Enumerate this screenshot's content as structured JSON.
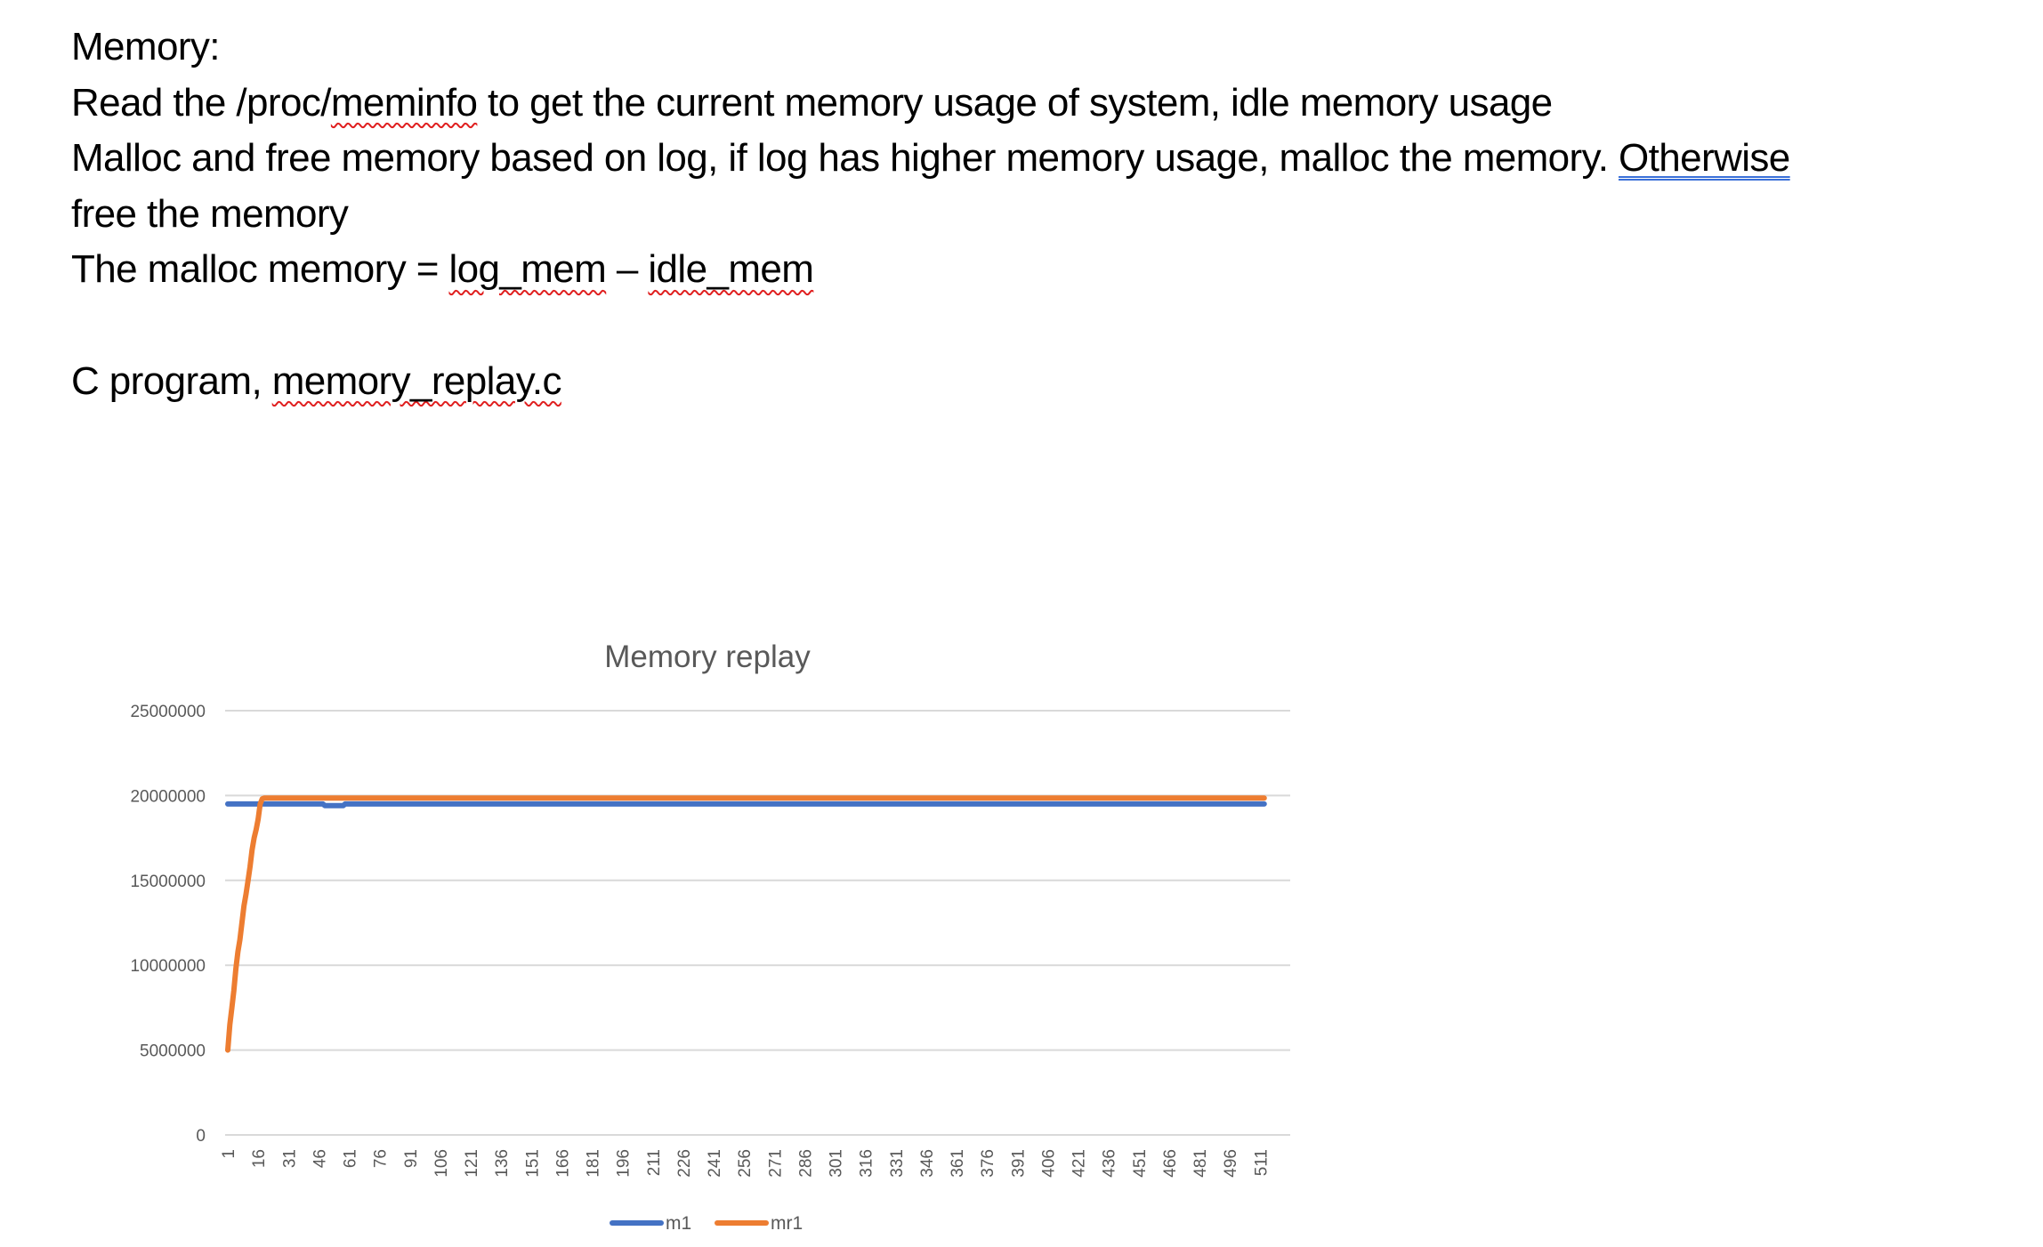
{
  "document": {
    "heading": "Memory:",
    "line1_pre": "Read the /proc/",
    "line1_word": "meminfo",
    "line1_post": " to get the current memory usage of system, idle memory usage",
    "line2_pre": "Malloc and free memory based on log, if log has higher memory usage, malloc the memory. ",
    "line2_word": "Otherwise",
    "line3": "free the memory",
    "line4_pre": "The malloc memory = ",
    "line4_word1": "log_mem",
    "line4_mid": " – ",
    "line4_word2": "idle_mem",
    "line5_pre": "C program, ",
    "line5_word": "memory_replay.c"
  },
  "chart_data": {
    "type": "line",
    "title": "Memory replay",
    "xlabel": "",
    "ylabel": "",
    "ylim": [
      0,
      25000000
    ],
    "yticks": [
      0,
      5000000,
      10000000,
      15000000,
      20000000,
      25000000
    ],
    "x_range": [
      1,
      520
    ],
    "xtick_step": 15,
    "xticks": [
      1,
      16,
      31,
      46,
      61,
      76,
      91,
      106,
      121,
      136,
      151,
      166,
      181,
      196,
      211,
      226,
      241,
      256,
      271,
      286,
      301,
      316,
      331,
      346,
      361,
      376,
      391,
      406,
      421,
      436,
      451,
      466,
      481,
      496,
      511
    ],
    "grid": true,
    "legend": "bottom",
    "series": [
      {
        "name": "m1",
        "color": "#4472C4",
        "length": 513,
        "values_head": [
          19500000
        ],
        "tail_value": 19500000,
        "dip": {
          "from": 49,
          "to": 58,
          "value": 19400000
        }
      },
      {
        "name": "mr1",
        "color": "#ED7D31",
        "length": 513,
        "values_head": [
          5000000,
          6500000,
          7500000,
          8500000,
          9800000,
          10800000,
          11500000,
          12500000,
          13500000,
          14200000,
          15000000,
          15800000,
          16800000,
          17500000,
          18000000,
          18600000,
          19500000,
          19800000,
          19850000
        ],
        "tail_value": 19850000
      }
    ]
  }
}
